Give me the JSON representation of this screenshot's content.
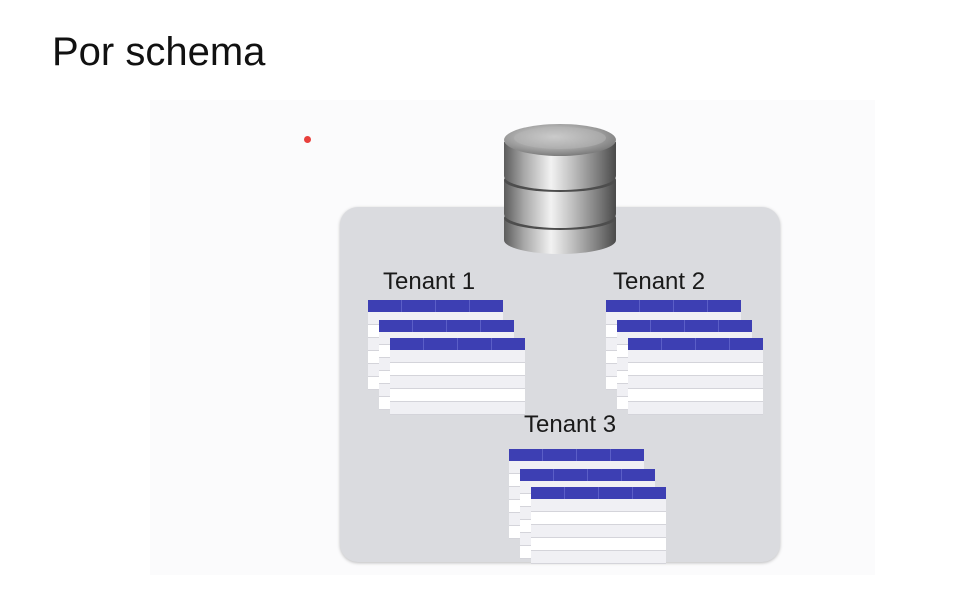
{
  "slide": {
    "title": "Por schema"
  },
  "diagram": {
    "database_icon": "database-cylinder-icon",
    "colors": {
      "container": "#dadbdf",
      "table_header": "#3d3fb3",
      "pointer": "#e8403c"
    },
    "tenants": [
      {
        "label": "Tenant 1"
      },
      {
        "label": "Tenant 2"
      },
      {
        "label": "Tenant 3"
      }
    ]
  }
}
